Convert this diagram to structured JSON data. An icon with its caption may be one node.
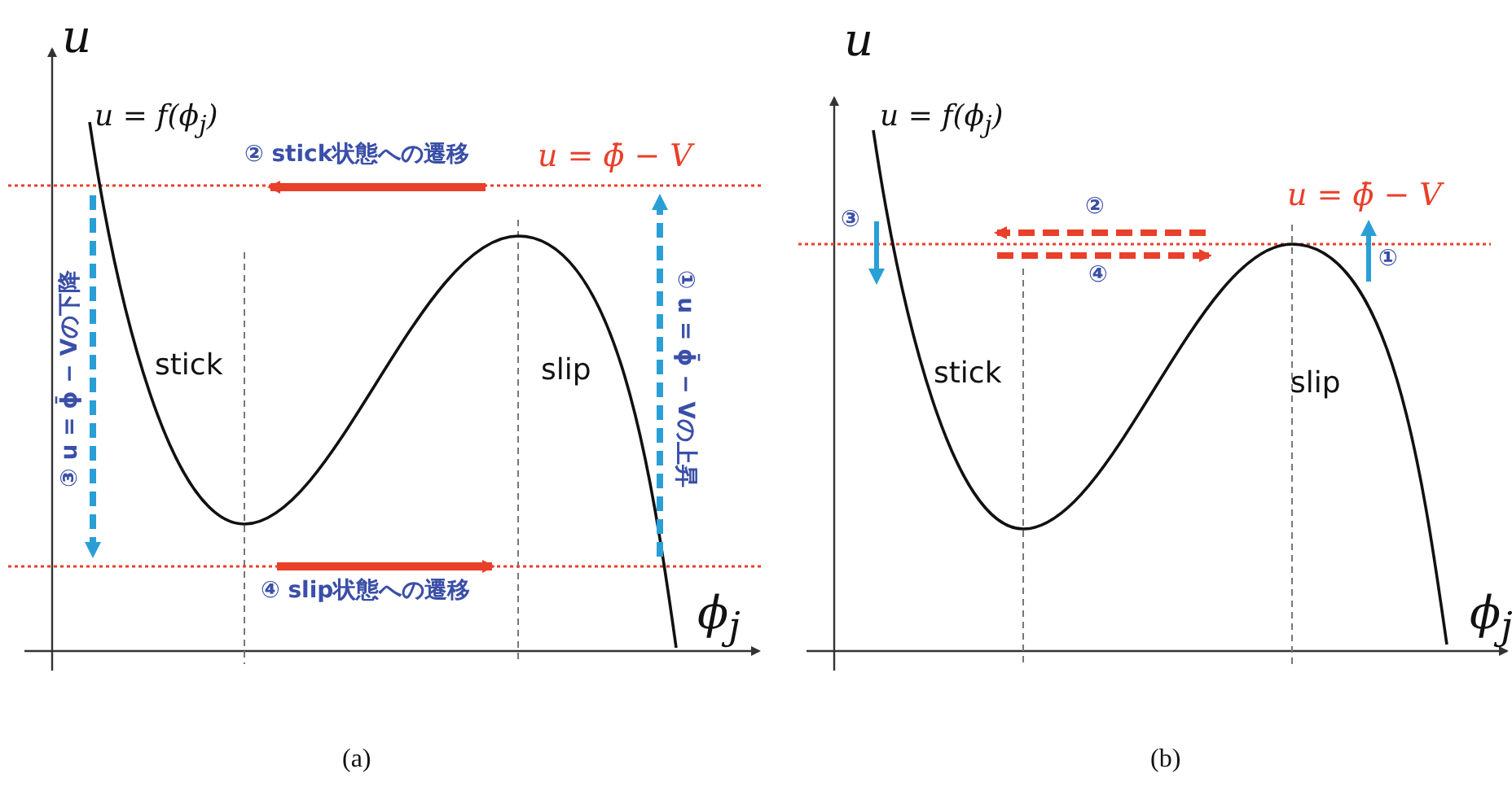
{
  "diagram": {
    "labels": [
      "u",
      "u = f(ϕ$_{j}$)",
      "② stick状態への遷移",
      "u = ϕ̄ − V",
      "③ u = ϕ̄ − Vの下降",
      "stick",
      "slip",
      "① u = ϕ̄ − Vの上昇",
      "④ slip状態への遷移",
      "ϕ$_{j}$",
      "(a)",
      "u",
      "u = f(ϕ$_{j}$)",
      "u = ϕ̄ − V",
      "②",
      "③",
      "①",
      "④",
      "stick",
      "slip",
      "ϕ$_{j}$",
      "(b)"
    ]
  }
}
